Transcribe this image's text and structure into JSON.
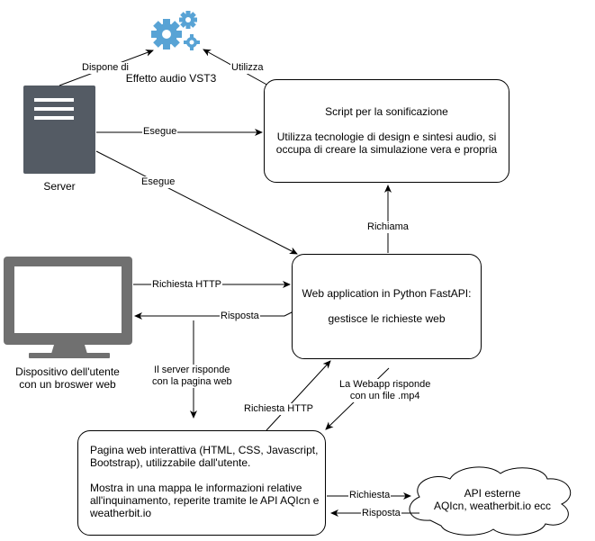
{
  "nodes": {
    "vst": {
      "label": "Effetto audio VST3",
      "icon": "gears-icon"
    },
    "server": {
      "label": "Server",
      "icon": "server-icon"
    },
    "device": {
      "label_line1": "Dispositivo dell'utente",
      "label_line2": "con un broswer web",
      "icon": "monitor-icon"
    },
    "script": {
      "line1": "Script per la sonificazione",
      "line2": "Utilizza tecnologie di design e sintesi audio, si",
      "line3": "occupa di creare la simulazione vera e propria"
    },
    "webapp": {
      "line1": "Web application in Python FastAPI:",
      "line2": "gestisce le richieste web"
    },
    "page": {
      "line1": "Pagina web interattiva (HTML, CSS, Javascript,",
      "line2": "Bootstrap), utilizzabile dall'utente.",
      "line3": "Mostra in una mappa le informazioni relative",
      "line4": "all'inquinamento, reperite tramite le API AQIcn e",
      "line5": "weatherbit.io"
    },
    "api": {
      "line1": "API esterne",
      "line2": "AQIcn, weatherbit.io ecc",
      "icon": "cloud-icon"
    }
  },
  "edges": {
    "server_vst": "Dispone di",
    "script_vst": "Utilizza",
    "server_script": "Esegue",
    "server_webapp": "Esegue",
    "webapp_script": "Richiama",
    "device_webapp": "Richiesta HTTP",
    "webapp_device": "Risposta",
    "device_page_line1": "Il server risponde",
    "device_page_line2": "con la pagina web",
    "page_webapp": "Richiesta HTTP",
    "webapp_page_line1": "La Webapp risponde",
    "webapp_page_line2": "con un file .mp4",
    "page_api": "Richiesta",
    "api_page": "Risposta"
  },
  "colors": {
    "server_body": "#545b64",
    "server_line": "#ffffff",
    "gear": "#58a3d5",
    "monitor": "#707070",
    "stroke": "#000000"
  }
}
